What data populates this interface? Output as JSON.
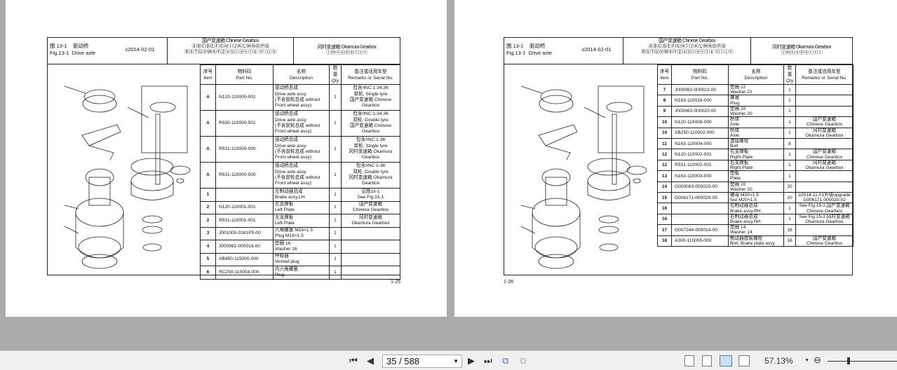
{
  "left": {
    "fig_cn": "图 13-1",
    "title_cn": "驱动桥",
    "fig_en": "Fig.13-1",
    "title_en": "Drive axle",
    "date": "≥2014-02-01",
    "chinese_gearbox": "国产变速箱 Chinese Gearbox",
    "chinese_codes": "ⒶⒷⒸⒹⒺⒻⒼⒽⒾⒿⓀⓁⓂⓃⓄⓅⓆ ⓇⓈⓉⓊⓋⓌⓍⓎⓏⓐⓑⓒⓓⓔⓕⓖ ⓗⓘⓙⓚ",
    "okamura_gearbox": "冈村变速箱 Okamura Gearbox",
    "okamura_codes": "ⓛⓜⓝⓞⓟⓠⓡⓢⓣ",
    "headers": {
      "item_cn": "序号",
      "item_en": "Item",
      "part_cn": "物料码",
      "part_en": "Part No.",
      "desc_cn": "名称",
      "desc_en": "Description",
      "qty_cn": "数量",
      "qty_en": "Qty",
      "rem_cn": "备注或适用车型",
      "rem_en": "Remarks or Serial No."
    },
    "rows": [
      {
        "item": "A",
        "part": "N120-110000-001",
        "desc": [
          "驱动桥总成",
          "Drive axle assy",
          "(不含前轮总成 without",
          "Front wheel assy)"
        ],
        "qty": "1",
        "rem": [
          "包含/INC:1-34,36",
          "单轮, Single tyre",
          "国产变速箱 Chinese",
          "Gearbox"
        ]
      },
      {
        "item": "A",
        "part": "R930-110000-501",
        "desc": [
          "驱动桥总成",
          "Drive axle assy",
          "(不含前轮总成 without",
          "Front wheel assy)"
        ],
        "qty": "1",
        "rem": [
          "包含/INC:1-34,36",
          "双轮, Double tyre",
          "国产变速箱 Chinese",
          "Gearbox"
        ]
      },
      {
        "item": "A",
        "part": "R531-110000-000",
        "desc": [
          "驱动桥总成",
          "Drive axle assy",
          "(不含前轮总成 without",
          "Front wheel assy)"
        ],
        "qty": "1",
        "rem": [
          "包含/INC:1-36",
          "单轮, Single tyre",
          "冈村变速箱 Okamura",
          "Gearbox"
        ]
      },
      {
        "item": "A",
        "part": "R531-110000-500",
        "desc": [
          "驱动桥总成",
          "Drive axle assy",
          "(不含前轮总成 without",
          "Front wheel assy)"
        ],
        "qty": "1",
        "rem": [
          "包含/INC:1-36",
          "双轮, Double tyre",
          "冈村变速箱 Okamura",
          "Gearbox"
        ]
      },
      {
        "item": "1",
        "part": "",
        "desc": [
          "左制动器总成",
          "Brake assy,LH"
        ],
        "qty": "1",
        "rem": [
          "见图15-1",
          "See Fig.15-1"
        ]
      },
      {
        "item": "2",
        "part": "N120-110001-001",
        "desc": [
          "左支撑板",
          "Left Plate"
        ],
        "qty": "1",
        "rem": [
          "国产变速箱",
          "Chinese Gearbox"
        ]
      },
      {
        "item": "2",
        "part": "R531-110001-001",
        "desc": [
          "左支撑板",
          "Left Plate"
        ],
        "qty": "1",
        "rem": [
          "冈村变速箱",
          "Okamura Gearbox"
        ]
      },
      {
        "item": "3",
        "part": "J001000-0161P5-00",
        "desc": [
          "六角螺塞 M16×1.5",
          "Plug M16×1.5"
        ],
        "qty": "1",
        "rem": []
      },
      {
        "item": "4",
        "part": "J000982-000016-00",
        "desc": [
          "垫圈 16",
          "Washer 16"
        ],
        "qty": "1",
        "rem": []
      },
      {
        "item": "5",
        "part": "XB450-115000-000",
        "desc": [
          "呼吸器",
          "Vented plug"
        ],
        "qty": "1",
        "rem": []
      },
      {
        "item": "6",
        "part": "RC250-110004-000",
        "desc": [
          "内六角螺塞",
          "Plug"
        ],
        "qty": "1",
        "rem": []
      }
    ],
    "page_number": "1-25"
  },
  "right": {
    "fig_cn": "图 13-1",
    "title_cn": "驱动桥",
    "fig_en": "Fig.13-1",
    "title_en": "Drive axle",
    "date": "≥2014-02-01",
    "chinese_gearbox": "国产变速箱 Chinese Gearbox",
    "chinese_codes": "ⒶⒷⒸⒹⒺⒻⒼⒽⒾⒿⓀⓁⓂⓃⓄⓅⓆ ⓇⓈⓉⓊⓋⓌⓍⓎⓏⓐⓑⓒⓓⓔⓕⓖ ⓗⓘⓙⓚ",
    "okamura_gearbox": "冈村变速箱 Okamura Gearbox",
    "okamura_codes": "ⓛⓜⓝⓞⓟⓠⓡⓢⓣ",
    "headers": {
      "item_cn": "序号",
      "item_en": "Item",
      "part_cn": "物料码",
      "part_en": "Part No.",
      "desc_cn": "名称",
      "desc_en": "Description",
      "qty_cn": "数量",
      "qty_en": "Qty",
      "rem_cn": "备注或适用车型",
      "rem_en": "Remarks or Serial No."
    },
    "rows": [
      {
        "item": "7",
        "part": "J000982-000022-00",
        "desc": [
          "垫圈 22",
          "Washer 22"
        ],
        "qty": "1",
        "rem": []
      },
      {
        "item": "8",
        "part": "N163-110016-000",
        "desc": [
          "螺塞",
          "Plug"
        ],
        "qty": "1",
        "rem": []
      },
      {
        "item": "9",
        "part": "J000982-000020-00",
        "desc": [
          "垫圈 20",
          "Washer 20"
        ],
        "qty": "1",
        "rem": []
      },
      {
        "item": "10",
        "part": "N120-110008-000",
        "desc": [
          "桥体",
          "Axle"
        ],
        "qty": "1",
        "rem": [
          "国产变速箱",
          "Chinese Gearbox"
        ]
      },
      {
        "item": "10",
        "part": "XB250-110002-000",
        "desc": [
          "桥体",
          "Axle"
        ],
        "qty": "1",
        "rem": [
          "冈村变速箱",
          "Okamura Gearbox"
        ]
      },
      {
        "item": "11",
        "part": "N163-110004-000",
        "desc": [
          "连接螺栓",
          "Bolt"
        ],
        "qty": "8",
        "rem": []
      },
      {
        "item": "12",
        "part": "N120-110002-001",
        "desc": [
          "右支撑板",
          "Right Plate"
        ],
        "qty": "1",
        "rem": [
          "国产变速箱",
          "Chinese Gearbox"
        ]
      },
      {
        "item": "12",
        "part": "R531-110002-001",
        "desc": [
          "右支撑板",
          "Right Plate"
        ],
        "qty": "1",
        "rem": [
          "冈村变速箱",
          "Okamura Gearbox"
        ]
      },
      {
        "item": "13",
        "part": "N163-110003-000",
        "desc": [
          "垫板",
          "Plate"
        ],
        "qty": "1",
        "rem": []
      },
      {
        "item": "14",
        "part": "G000093-000020-00",
        "desc": [
          "垫圈 20",
          "Washer 20"
        ],
        "qty": "20",
        "rem": []
      },
      {
        "item": "15",
        "part": "G006171-000020-05",
        "desc": [
          "螺母 M20×1.5",
          "Nut M20×1.5"
        ],
        "qty": "20",
        "rem": [
          "≥2014-11-01升级upgrade",
          "G006171-000020-02"
        ]
      },
      {
        "item": "16",
        "part": "",
        "desc": [
          "右制动器总成",
          "Brake assy,RH"
        ],
        "qty": "1",
        "rem": [
          "See Fig.15-2,国产变速箱",
          "Chinese Gearbox"
        ]
      },
      {
        "item": "16",
        "part": "",
        "desc": [
          "右制动器总成",
          "Brake assy,RH"
        ],
        "qty": "1",
        "rem": [
          "See Fig.15-2,冈村变速箱",
          "Okamura Gearbox"
        ]
      },
      {
        "item": "17",
        "part": "G007244-000014-00",
        "desc": [
          "垫圈 14",
          "Washer 14"
        ],
        "qty": "16",
        "rem": []
      },
      {
        "item": "18",
        "part": "A300-110005-000",
        "desc": [
          "制动器底板螺栓",
          "Bolt, Brake plate assy"
        ],
        "qty": "16",
        "rem": [
          "国产变速箱",
          "Chinese Gearbox"
        ]
      }
    ],
    "page_number": "1-26"
  },
  "toolbar": {
    "page_value": "35 / 588",
    "zoom": "57.13%"
  }
}
